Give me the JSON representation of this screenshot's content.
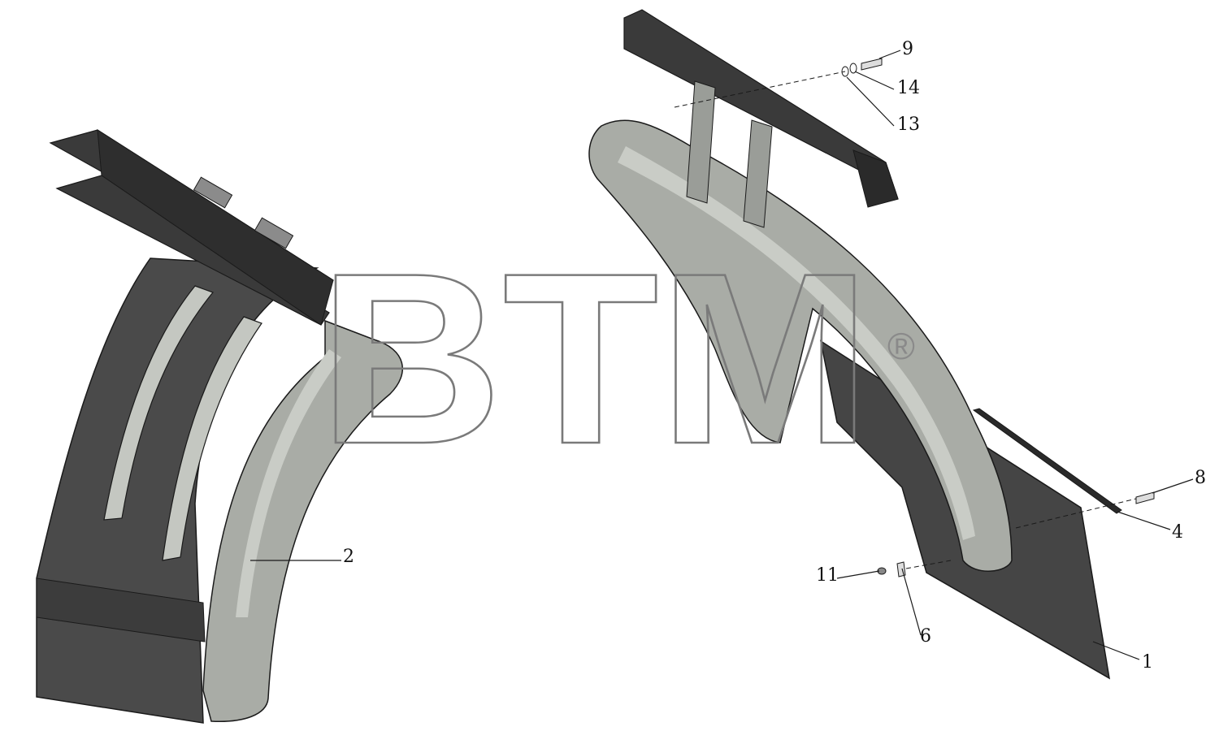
{
  "watermark": {
    "text": "BTM",
    "registered": "®"
  },
  "callouts": {
    "c1": "1",
    "c2": "2",
    "c4": "4",
    "c6": "6",
    "c8": "8",
    "c9": "9",
    "c11": "11",
    "c13": "13",
    "c14": "14"
  },
  "colors": {
    "panel": "#454545",
    "frame": "#3a3a3a",
    "fender": "#a9aca6",
    "fender_highlight": "#c9ccc6",
    "line": "#1a1a1a"
  }
}
